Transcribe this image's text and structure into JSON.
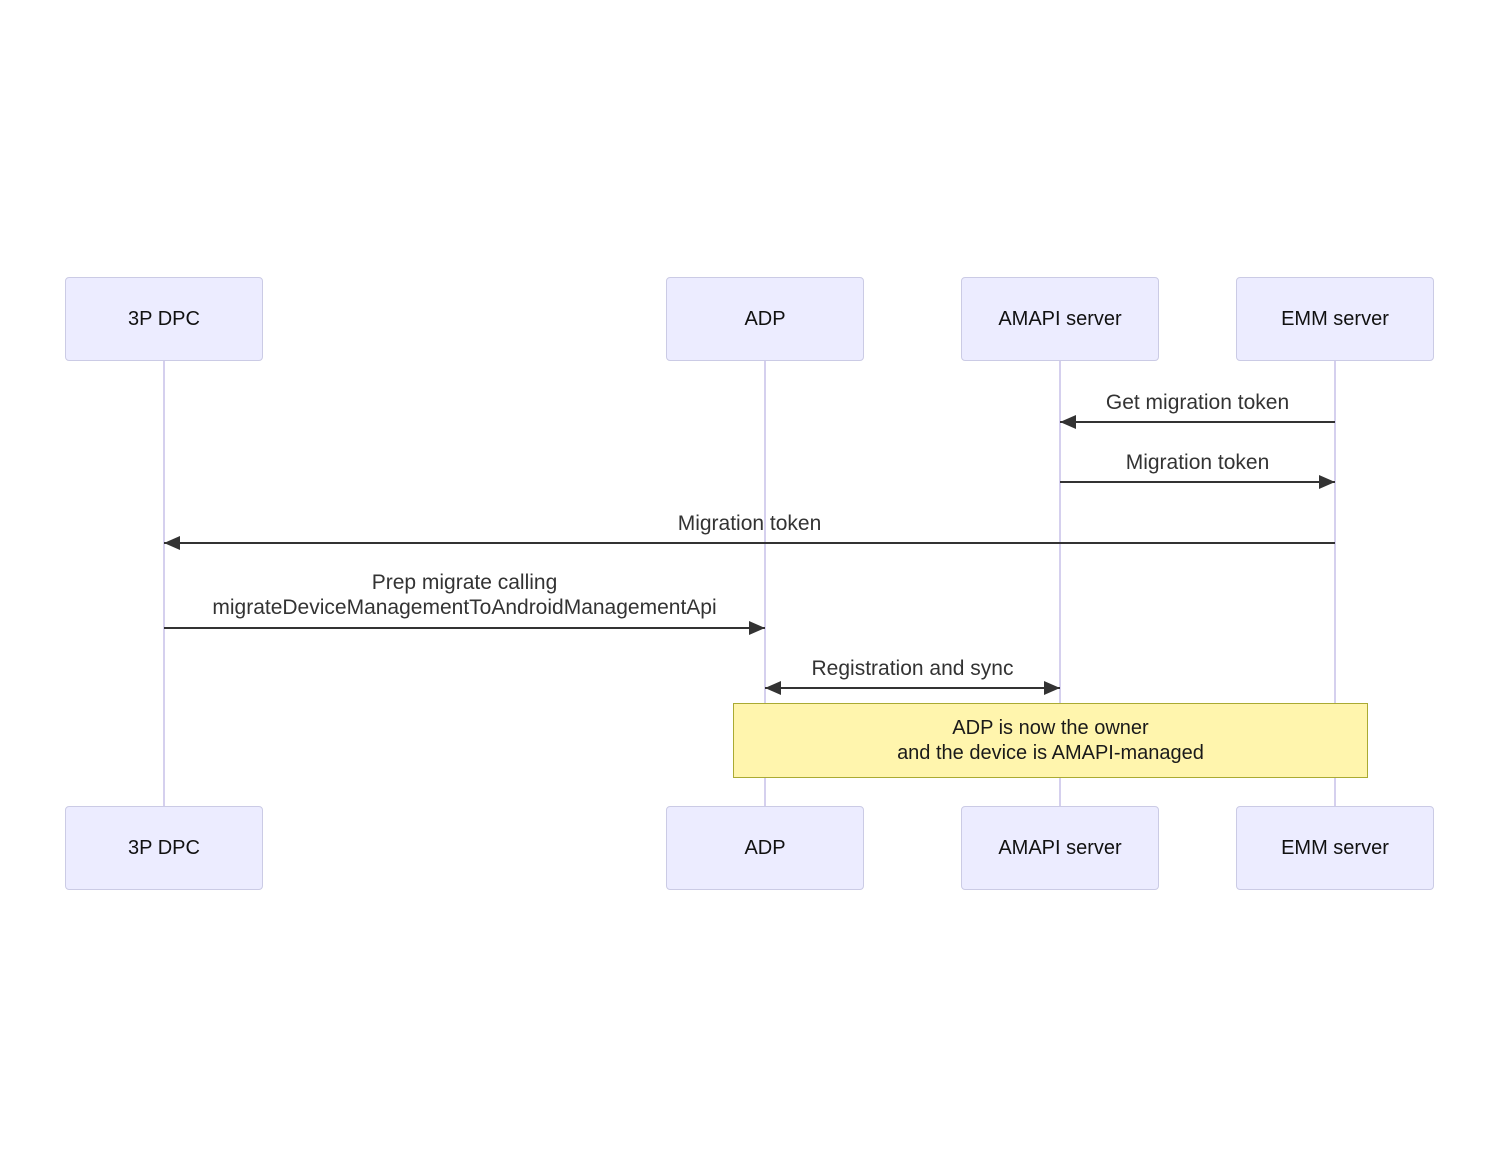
{
  "diagram": {
    "type": "sequence-diagram",
    "actors": [
      {
        "name": "3P DPC"
      },
      {
        "name": "ADP"
      },
      {
        "name": "AMAPI server"
      },
      {
        "name": "EMM server"
      }
    ],
    "messages": [
      {
        "text": "Get migration token",
        "from": "EMM server",
        "to": "AMAPI server",
        "direction": "left"
      },
      {
        "text": "Migration token",
        "from": "AMAPI server",
        "to": "EMM server",
        "direction": "right"
      },
      {
        "text": "Migration token",
        "from": "EMM server",
        "to": "3P DPC",
        "direction": "left"
      },
      {
        "text": "Prep migrate calling",
        "text2": "migrateDeviceManagementToAndroidManagementApi",
        "from": "3P DPC",
        "to": "ADP",
        "direction": "right"
      },
      {
        "text": "Registration and sync",
        "from": "ADP",
        "to": "AMAPI server",
        "direction": "both"
      }
    ],
    "note": {
      "line1": "ADP is now the owner",
      "line2": "and the device is AMAPI-managed",
      "spans_from": "ADP",
      "spans_to": "EMM server"
    },
    "colors": {
      "actor_fill": "#ECECFF",
      "actor_border": "#CBCBE5",
      "lifeline": "#D5D0EE",
      "arrow": "#333333",
      "message_text": "#333333",
      "note_fill": "#FFF5AD",
      "note_border": "#AAAA33"
    }
  }
}
